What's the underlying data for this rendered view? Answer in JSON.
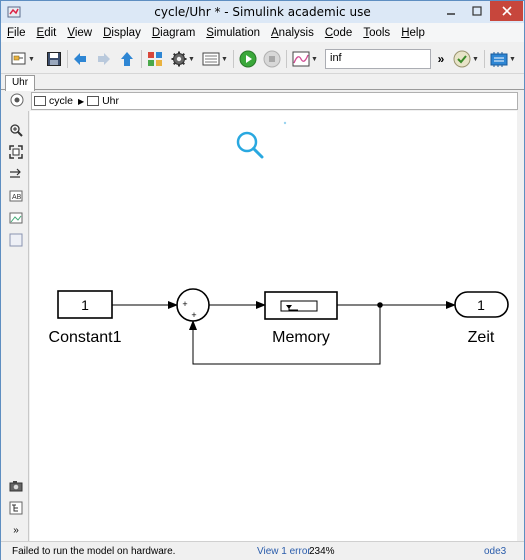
{
  "window": {
    "title": "cycle/Uhr * - Simulink academic use"
  },
  "menu": [
    "File",
    "Edit",
    "View",
    "Display",
    "Diagram",
    "Simulation",
    "Analysis",
    "Code",
    "Tools",
    "Help"
  ],
  "toolbar": {
    "stop_time": "inf",
    "icons": [
      "new-model-icon",
      "save-icon",
      "back-icon",
      "forward-icon",
      "up-icon",
      "library-browser-icon",
      "model-settings-icon",
      "model-explorer-icon",
      "run-icon",
      "stop-icon",
      "scope-icon",
      "more-icon",
      "check-icon",
      "build-icon"
    ]
  },
  "tabs": [
    "Uhr"
  ],
  "breadcrumb": [
    "cycle",
    "Uhr"
  ],
  "palette": [
    "hide-browser-icon",
    "zoom-icon",
    "fit-view-icon",
    "arrow-icon",
    "annotation-icon",
    "image-icon",
    "area-icon",
    "screenshot-icon",
    "model-browser-icon",
    "expand-icon"
  ],
  "diagram": {
    "constant_value": "1",
    "constant_label": "Constant1",
    "sum_signs": [
      "+",
      "+"
    ],
    "memory_label": "Memory",
    "outport_value": "1",
    "outport_label": "Zeit",
    "line_color": "#000000",
    "zoom_cursor_color": "#29a8e0"
  },
  "status": {
    "message": "Failed to run the model on hardware.",
    "errors": "View 1 error",
    "zoom": "234%",
    "solver": "ode3"
  }
}
